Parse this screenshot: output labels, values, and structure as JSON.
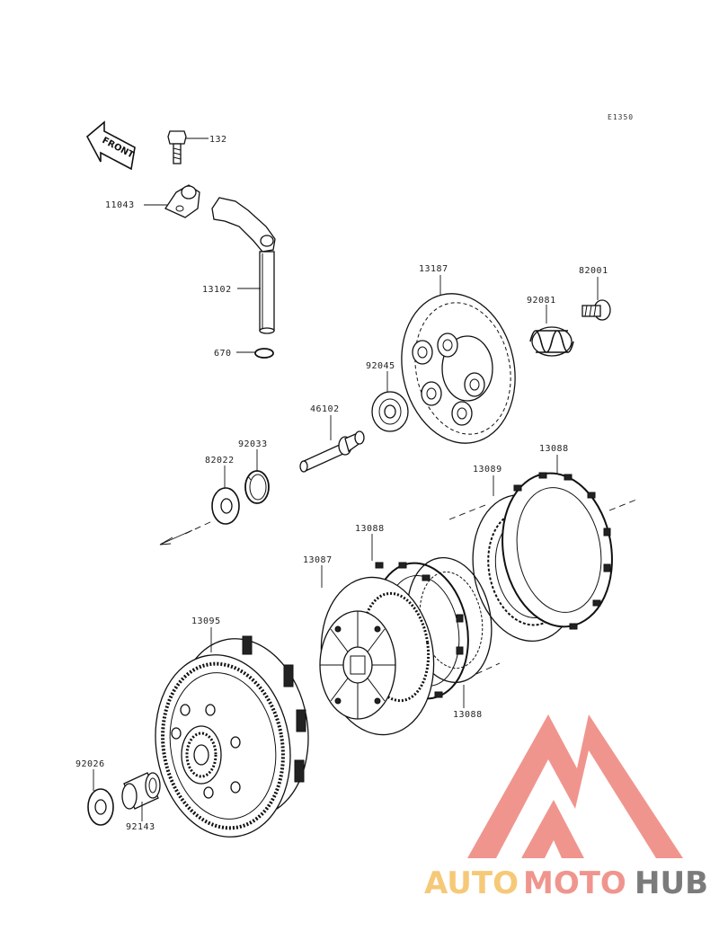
{
  "diagram_code": "E1350",
  "front_label": "FRONT",
  "parts": {
    "p132": "132",
    "p11043": "11043",
    "p13102": "13102",
    "p670": "670",
    "p13187": "13187",
    "p82001": "82001",
    "p92081": "92081",
    "p92045": "92045",
    "p46102": "46102",
    "p92033": "92033",
    "p82022": "82022",
    "p13089": "13089",
    "p13088_top": "13088",
    "p13088_mid": "13088",
    "p13088_bot": "13088",
    "p13087": "13087",
    "p13095": "13095",
    "p92026": "92026",
    "p92143": "92143"
  },
  "watermark": {
    "part1": "AUTO",
    "part2": "MOTO",
    "part3": "HUB",
    "color_red": "#ef8a82",
    "color_yellow": "#f6c46a",
    "color_gray": "#6d6d6d"
  }
}
